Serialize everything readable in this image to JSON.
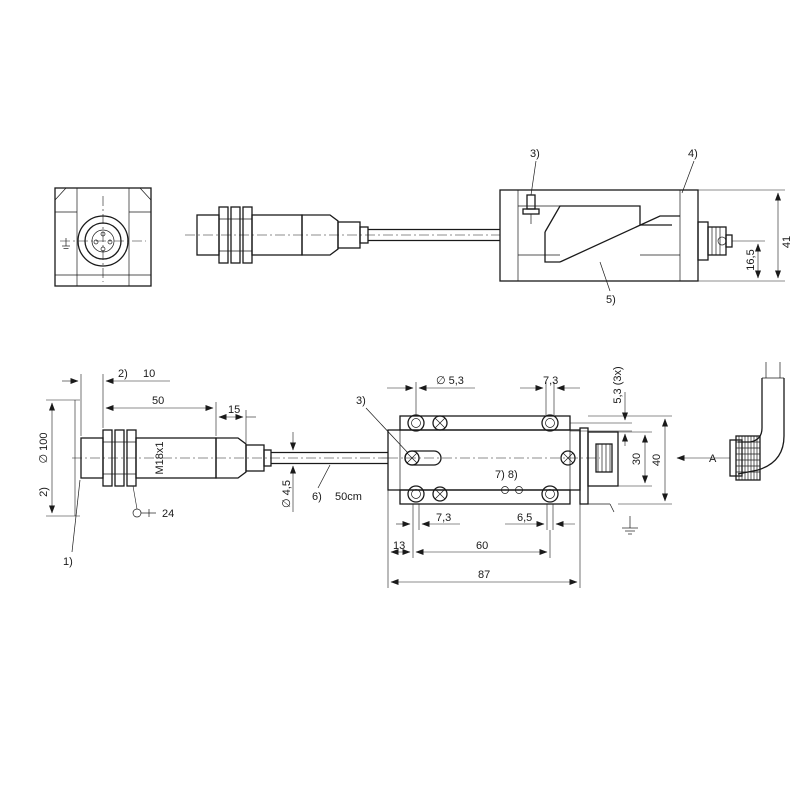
{
  "callouts": {
    "c1": "1)",
    "c2a": "2)",
    "c2b": "2)",
    "c3a": "3)",
    "c3b": "3)",
    "c4": "4)",
    "c5": "5)",
    "c6": "6)",
    "c78": "7) 8)"
  },
  "dims": {
    "d41": "41",
    "d16_5": "16,5",
    "d10": "10",
    "d50": "50",
    "d15": "15",
    "d100": "∅ 100",
    "dm18": "M18x1",
    "d24": "24",
    "d4_5": "∅ 4,5",
    "cable": "50cm",
    "d5_3": "∅ 5,3",
    "d7_3a": "7,3",
    "d5_3x": "5,3 (3x)",
    "d30": "30",
    "d40": "40",
    "view": "A",
    "d7_3b": "7,3",
    "d6_5": "6,5",
    "d13": "13",
    "d60": "60",
    "d87": "87"
  }
}
